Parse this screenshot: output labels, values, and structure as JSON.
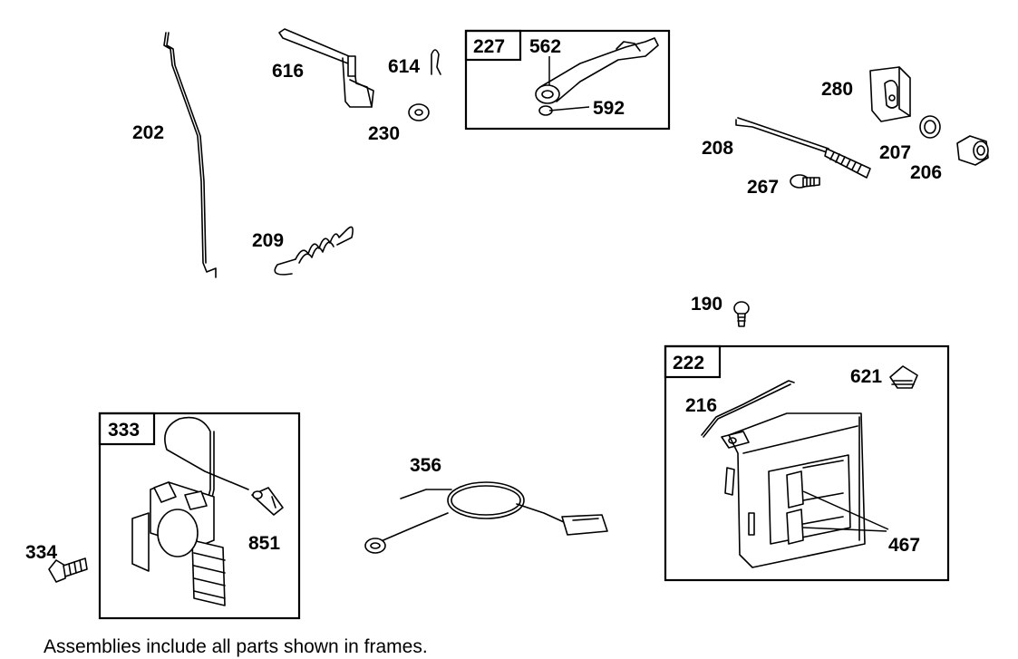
{
  "parts": {
    "p202": "202",
    "p616": "616",
    "p614": "614",
    "p230": "230",
    "p209": "209",
    "p562": "562",
    "p592": "592",
    "p280": "280",
    "p208": "208",
    "p207": "207",
    "p206": "206",
    "p267": "267",
    "p190": "190",
    "p621": "621",
    "p216": "216",
    "p467": "467",
    "p356": "356",
    "p334": "334",
    "p851": "851"
  },
  "frames": {
    "f227": "227",
    "f222": "222",
    "f333": "333"
  },
  "caption": "Assemblies include all parts shown in frames."
}
